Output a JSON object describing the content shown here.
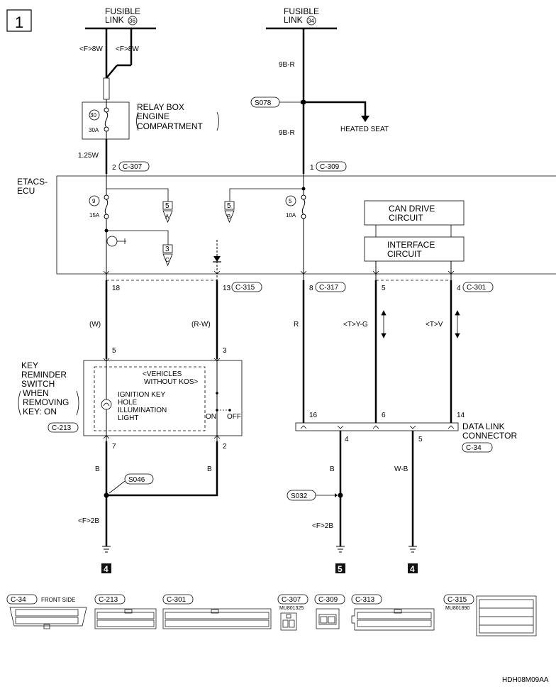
{
  "page_number": "1",
  "fusible_links": [
    {
      "label": "FUSIBLE",
      "sub": "LINK",
      "num": "36"
    },
    {
      "label": "FUSIBLE",
      "sub": "LINK",
      "num": "34"
    }
  ],
  "wires": {
    "f8w_a": "<F>8W",
    "f8w_b": "<F>8W",
    "w9br_top": "9B-R",
    "w9br_bottom": "9B-R",
    "w125w": "1.25W",
    "w_w": "(W)",
    "w_rw": "(R-W)",
    "w_r": "R",
    "w_tyg": "<T>Y-G",
    "w_tv": "<T>V",
    "w_b_left": "B",
    "w_b_mid": "B",
    "w_b_right": "B",
    "w_wb": "W-B",
    "f2b_left": "<F>2B",
    "f2b_right": "<F>2B"
  },
  "relay_box": {
    "l1": "RELAY BOX",
    "l2": "ENGINE",
    "l3": "COMPARTMENT",
    "fuse_num": "30",
    "fuse_amp": "30A"
  },
  "splices": {
    "s078": "S078",
    "s046": "S046",
    "s032": "S032"
  },
  "heated_seat": "HEATED SEAT",
  "etacs": {
    "l1": "ETACS-",
    "l2": "ECU"
  },
  "ecu_fuses": [
    {
      "num": "9",
      "amp": "15A"
    },
    {
      "num": "5",
      "amp": "10A"
    }
  ],
  "connector_refs": {
    "c307": "C-307",
    "c309": "C-309",
    "c315": "C-315",
    "c317": "C-317",
    "c301": "C-301",
    "c213": "C-213",
    "c34": "C-34"
  },
  "pins": {
    "p2": "2",
    "p1": "1",
    "p18": "18",
    "p13": "13",
    "p8": "8",
    "p5a": "5",
    "p4a": "4",
    "p5b": "5",
    "p3": "3",
    "p7": "7",
    "p2b": "2",
    "p16": "16",
    "p6": "6",
    "p14": "14",
    "p4b": "4",
    "p5c": "5"
  },
  "markers": {
    "m5a": "5",
    "m5b": "5",
    "m3": "3",
    "A": "A",
    "B": "B",
    "C": "C"
  },
  "can_drive": {
    "l1": "CAN DRIVE",
    "l2": "CIRCUIT"
  },
  "interface": {
    "l1": "INTERFACE",
    "l2": "CIRCUIT"
  },
  "key_switch": {
    "l1": "KEY",
    "l2": "REMINDER",
    "l3": "SWITCH",
    "l4": "WHEN",
    "l5": "REMOVING",
    "l6": "KEY: ON"
  },
  "vehicles_note": {
    "l1": "<VEHICLES",
    "l2": "WITHOUT KOS>"
  },
  "illum": {
    "l1": "IGNITION KEY",
    "l2": "HOLE",
    "l3": "ILLUMINATION",
    "l4": "LIGHT"
  },
  "sw_on": "ON",
  "sw_off": "OFF",
  "dlc": {
    "l1": "DATA LINK",
    "l2": "CONNECTOR"
  },
  "grounds": [
    "4",
    "5",
    "4"
  ],
  "connector_legend": {
    "c34": "C-34",
    "front_side": "FRONT SIDE",
    "c213": "C-213",
    "c301": "C-301",
    "c307": "C-307",
    "mu801325": "MU801325",
    "c309": "C-309",
    "c313": "C-313",
    "c315": "C-315",
    "mu801890": "MU801890"
  },
  "figure_code": "HDH08M09AA"
}
